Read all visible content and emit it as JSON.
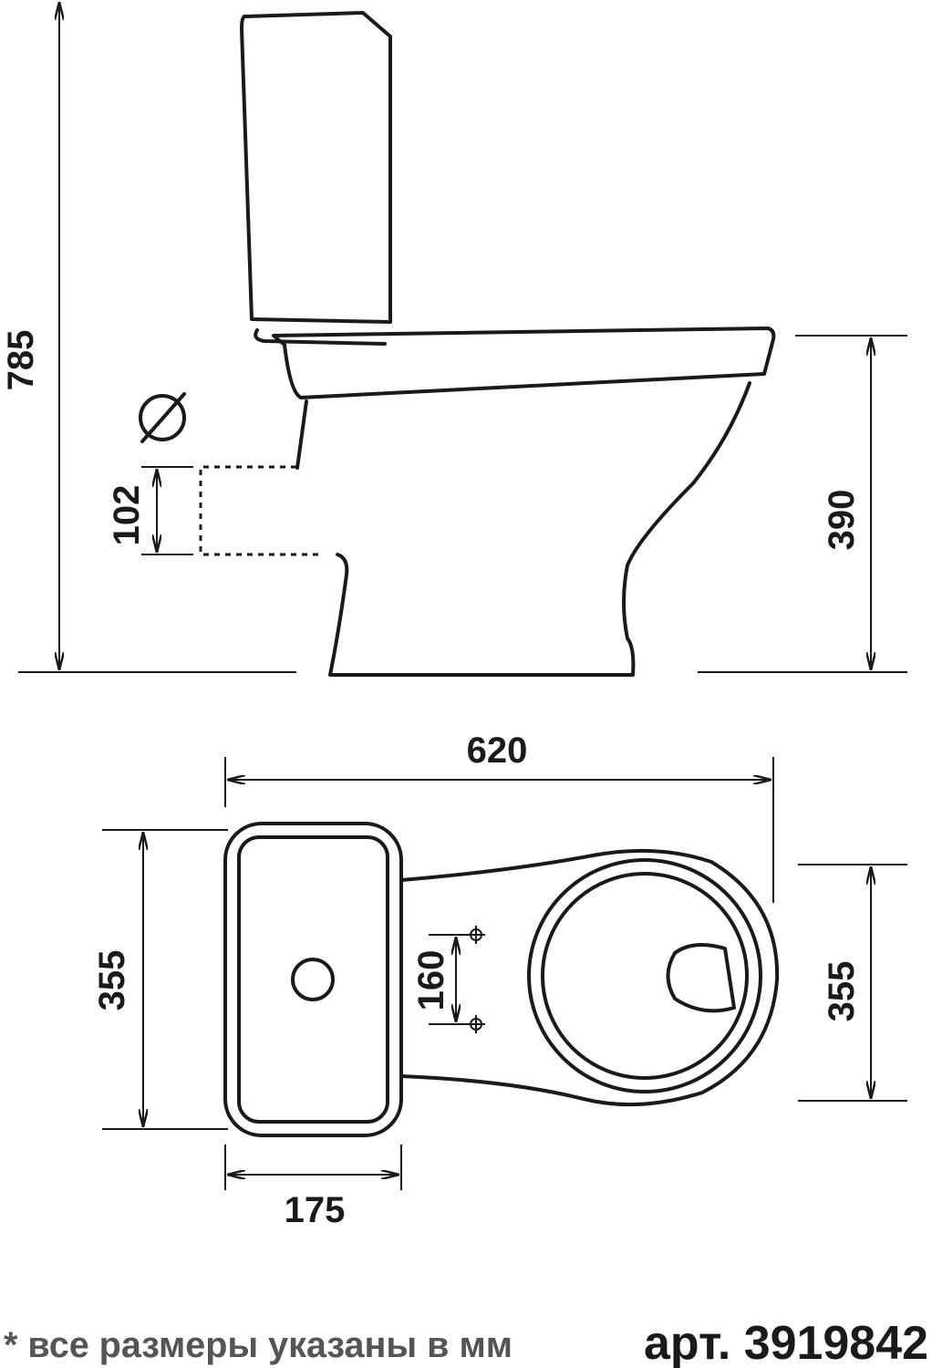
{
  "side_view": {
    "height_total": "785",
    "seat_height": "390",
    "outlet_height": "102",
    "diameter_symbol": "⌀"
  },
  "top_view": {
    "length": "620",
    "width_tank": "355",
    "width_bowl": "355",
    "mount_spacing": "160",
    "tank_depth": "175"
  },
  "footer": {
    "note": "* все размеры указаны в мм",
    "article": "арт. 3919842"
  }
}
